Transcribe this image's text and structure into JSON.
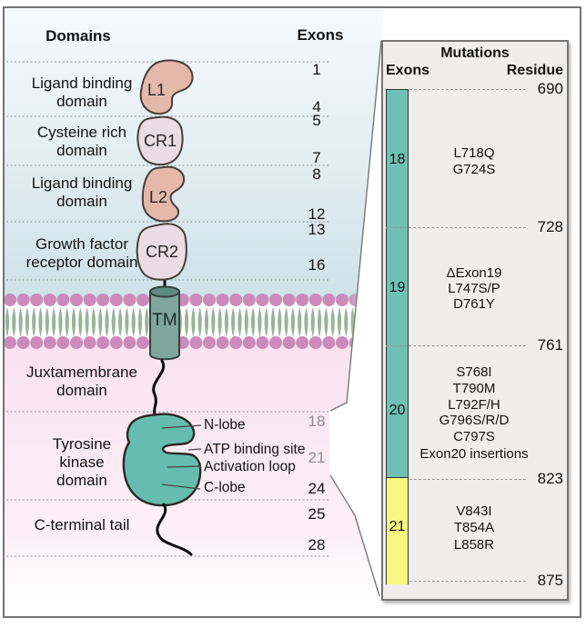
{
  "left": {
    "headers": {
      "domains": "Domains",
      "exons": "Exons"
    },
    "domains": [
      {
        "label": "Ligand binding\ndomain"
      },
      {
        "label": "Cysteine rich\ndomain"
      },
      {
        "label": "Ligand binding\ndomain"
      },
      {
        "label": "Growth factor\nreceptor domain"
      },
      {
        "label": "Juxtamembrane\ndomain"
      },
      {
        "label": "Tyrosine\nkinase\ndomain"
      },
      {
        "label": "C-terminal tail"
      }
    ],
    "exon_numbers": [
      "1",
      "4",
      "5",
      "7",
      "8",
      "12",
      "13",
      "16",
      "18",
      "21",
      "24",
      "25",
      "28"
    ],
    "shape_labels": {
      "l1": "L1",
      "cr1": "CR1",
      "l2": "L2",
      "cr2": "CR2",
      "tm": "TM"
    },
    "kinase_annotations": [
      "N-lobe",
      "ATP binding site",
      "Activation loop",
      "C-lobe"
    ]
  },
  "panel": {
    "title": "Mutations",
    "col_exons": "Exons",
    "col_residue": "Residue",
    "residues": [
      "690",
      "728",
      "761",
      "823",
      "875"
    ],
    "groups": [
      {
        "exon": "18",
        "mutations": [
          "L718Q",
          "G724S"
        ]
      },
      {
        "exon": "19",
        "mutations": [
          "ΔExon19",
          "L747S/P",
          "D761Y"
        ]
      },
      {
        "exon": "20",
        "mutations": [
          "S768I",
          "T790M",
          "L792F/H",
          "G796S/R/D",
          "C797S",
          "Exon20 insertions"
        ]
      },
      {
        "exon": "21",
        "mutations": [
          "V843I",
          "T854A",
          "L858R"
        ]
      }
    ]
  },
  "colors": {
    "extracellular_bg": "#d2e4ea",
    "intracellular_bg": "#f8e2ee",
    "membrane_head": "#cb8aba",
    "membrane_tail": "#97b49a",
    "tm_fill": "#7ea69c",
    "ligand_domain_fill": "#e4b9ac",
    "cysteine_domain_fill": "#e9dce3",
    "kinase_fill": "#66bcae",
    "n_lobe_fill": "#7597c1",
    "activation_loop": "#ebe668",
    "exon_bar_teal": "#6fc0b4",
    "exon_bar_yellow": "#f9f77f",
    "panel_bg": "#efeeed"
  }
}
